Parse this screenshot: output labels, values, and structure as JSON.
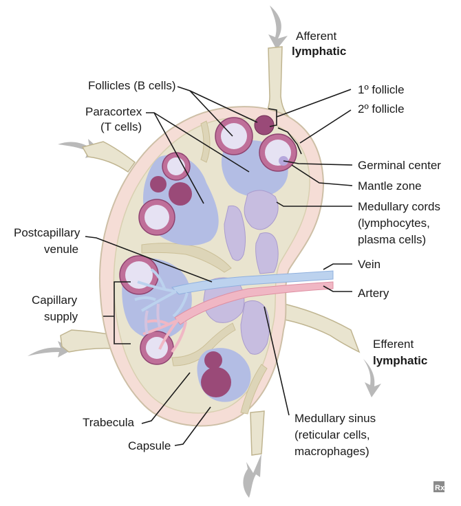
{
  "labels": {
    "afferent_1": "Afferent",
    "afferent_2": "lymphatic",
    "follicles": "Follicles (B cells)",
    "paracortex_1": "Paracortex",
    "paracortex_2": "(T cells)",
    "primary_follicle": "1º follicle",
    "secondary_follicle": "2º follicle",
    "germinal_center": "Germinal center",
    "mantle_zone": "Mantle zone",
    "medullary_cords_1": "Medullary cords",
    "medullary_cords_2": "(lymphocytes,",
    "medullary_cords_3": "plasma cells)",
    "postcapillary_1": "Postcapillary",
    "postcapillary_2": "venule",
    "vein": "Vein",
    "artery": "Artery",
    "capillary_1": "Capillary",
    "capillary_2": "supply",
    "efferent_1": "Efferent",
    "efferent_2": "lymphatic",
    "trabecula": "Trabecula",
    "capsule": "Capsule",
    "medullary_sinus_1": "Medullary sinus",
    "medullary_sinus_2": "(reticular cells,",
    "medullary_sinus_3": "macrophages)",
    "logo": "Rx"
  },
  "colors": {
    "capsule": "#f5ddd6",
    "capsule_stroke": "#cdbfa6",
    "sinus": "#e9e4cf",
    "trabecula": "#e3dcc2",
    "paracortex": "#b3bde4",
    "follicle_ring": "#bf6f99",
    "follicle_inner": "#e6e2f3",
    "primary_follicle": "#9a4a78",
    "medulla": "#c7bde0",
    "vein": "#bcd2ee",
    "artery": "#f0b7c4",
    "arrow": "#b9b9b9"
  }
}
